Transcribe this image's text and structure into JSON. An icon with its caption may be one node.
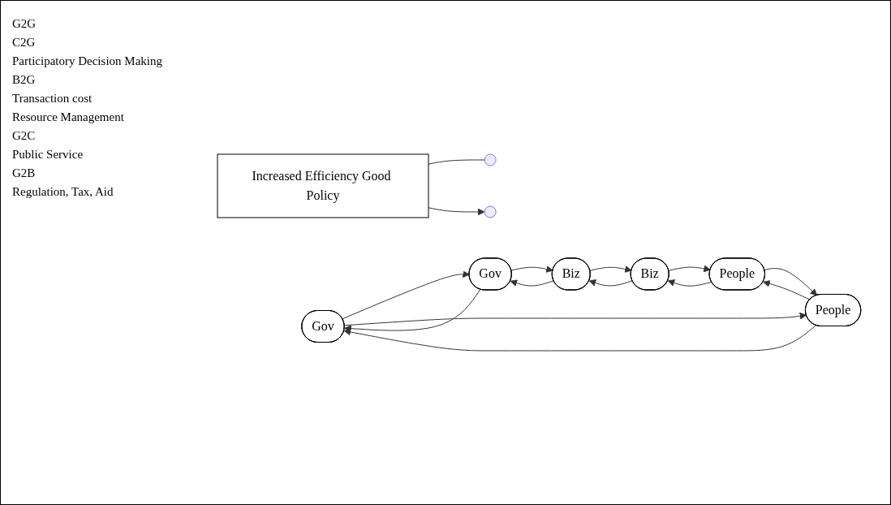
{
  "diagram": {
    "nodes": [
      {
        "text": [
          "Gov"
        ]
      },
      {
        "text": [
          "Gov"
        ]
      },
      {
        "text": [
          "Increased Efficiency Good Policy"
        ]
      },
      {
        "text": [
          "People"
        ]
      },
      {
        "text": [
          "People"
        ]
      },
      {
        "text": [
          "Biz"
        ]
      },
      {
        "text": [
          "Biz"
        ]
      }
    ],
    "edges": [
      {
        "from": 0,
        "to": 1,
        "arrow": "to"
      },
      {
        "from": 1,
        "to": 0,
        "arrow": "to"
      },
      {
        "from": 2,
        "to": null,
        "arrow": "none"
      },
      {
        "from": 2,
        "to": null,
        "arrow": "to"
      },
      {
        "from": 3,
        "to": 0,
        "arrow": "to"
      },
      {
        "from": 0,
        "to": 3,
        "arrow": "to"
      },
      {
        "from": 6,
        "to": 1,
        "arrow": "to"
      },
      {
        "from": 1,
        "to": 6,
        "arrow": "to"
      },
      {
        "from": 3,
        "to": 4,
        "arrow": "to"
      },
      {
        "from": 4,
        "to": 3,
        "arrow": "to"
      },
      {
        "from": 4,
        "to": 5,
        "arrow": "to"
      },
      {
        "from": 5,
        "to": 4,
        "arrow": "to"
      },
      {
        "from": 5,
        "to": 6,
        "arrow": "to"
      },
      {
        "from": 6,
        "to": 5,
        "arrow": "to"
      }
    ],
    "labels": [
      "G2G",
      "C2G",
      "Participatory Decision Making",
      "B2G",
      "Transaction cost",
      "Resource Management",
      "G2C",
      "Public Service",
      "G2B",
      "Regulation, Tax, Aid"
    ]
  }
}
